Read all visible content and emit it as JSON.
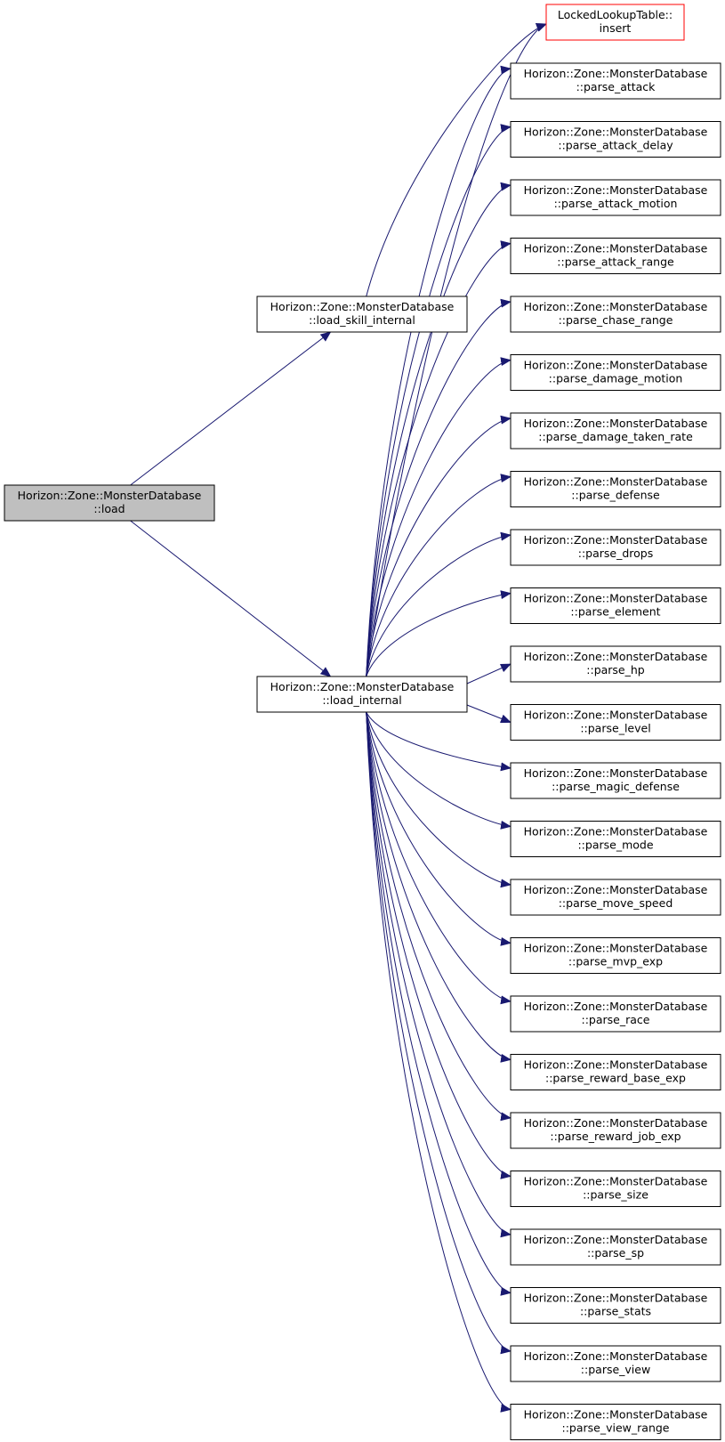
{
  "colors": {
    "edge": "#191970",
    "node_border": "#000000",
    "root_fill": "#bfbfbf",
    "highlight_border": "#ff0000",
    "node_fill": "#ffffff"
  },
  "nodes": {
    "load": [
      "Horizon::Zone::MonsterDatabase",
      "::load"
    ],
    "load_skill_internal": [
      "Horizon::Zone::MonsterDatabase",
      "::load_skill_internal"
    ],
    "load_internal": [
      "Horizon::Zone::MonsterDatabase",
      "::load_internal"
    ],
    "insert": [
      "LockedLookupTable::",
      "insert"
    ],
    "parse_attack": [
      "Horizon::Zone::MonsterDatabase",
      "::parse_attack"
    ],
    "parse_attack_delay": [
      "Horizon::Zone::MonsterDatabase",
      "::parse_attack_delay"
    ],
    "parse_attack_motion": [
      "Horizon::Zone::MonsterDatabase",
      "::parse_attack_motion"
    ],
    "parse_attack_range": [
      "Horizon::Zone::MonsterDatabase",
      "::parse_attack_range"
    ],
    "parse_chase_range": [
      "Horizon::Zone::MonsterDatabase",
      "::parse_chase_range"
    ],
    "parse_damage_motion": [
      "Horizon::Zone::MonsterDatabase",
      "::parse_damage_motion"
    ],
    "parse_damage_taken_rate": [
      "Horizon::Zone::MonsterDatabase",
      "::parse_damage_taken_rate"
    ],
    "parse_defense": [
      "Horizon::Zone::MonsterDatabase",
      "::parse_defense"
    ],
    "parse_drops": [
      "Horizon::Zone::MonsterDatabase",
      "::parse_drops"
    ],
    "parse_element": [
      "Horizon::Zone::MonsterDatabase",
      "::parse_element"
    ],
    "parse_hp": [
      "Horizon::Zone::MonsterDatabase",
      "::parse_hp"
    ],
    "parse_level": [
      "Horizon::Zone::MonsterDatabase",
      "::parse_level"
    ],
    "parse_magic_defense": [
      "Horizon::Zone::MonsterDatabase",
      "::parse_magic_defense"
    ],
    "parse_mode": [
      "Horizon::Zone::MonsterDatabase",
      "::parse_mode"
    ],
    "parse_move_speed": [
      "Horizon::Zone::MonsterDatabase",
      "::parse_move_speed"
    ],
    "parse_mvp_exp": [
      "Horizon::Zone::MonsterDatabase",
      "::parse_mvp_exp"
    ],
    "parse_race": [
      "Horizon::Zone::MonsterDatabase",
      "::parse_race"
    ],
    "parse_reward_base_exp": [
      "Horizon::Zone::MonsterDatabase",
      "::parse_reward_base_exp"
    ],
    "parse_reward_job_exp": [
      "Horizon::Zone::MonsterDatabase",
      "::parse_reward_job_exp"
    ],
    "parse_size": [
      "Horizon::Zone::MonsterDatabase",
      "::parse_size"
    ],
    "parse_sp": [
      "Horizon::Zone::MonsterDatabase",
      "::parse_sp"
    ],
    "parse_stats": [
      "Horizon::Zone::MonsterDatabase",
      "::parse_stats"
    ],
    "parse_view": [
      "Horizon::Zone::MonsterDatabase",
      "::parse_view"
    ],
    "parse_view_range": [
      "Horizon::Zone::MonsterDatabase",
      "::parse_view_range"
    ]
  },
  "edges": [
    [
      "load",
      "load_skill_internal"
    ],
    [
      "load",
      "load_internal"
    ],
    [
      "load_skill_internal",
      "insert"
    ],
    [
      "load_internal",
      "insert"
    ],
    [
      "load_internal",
      "parse_attack"
    ],
    [
      "load_internal",
      "parse_attack_delay"
    ],
    [
      "load_internal",
      "parse_attack_motion"
    ],
    [
      "load_internal",
      "parse_attack_range"
    ],
    [
      "load_internal",
      "parse_chase_range"
    ],
    [
      "load_internal",
      "parse_damage_motion"
    ],
    [
      "load_internal",
      "parse_damage_taken_rate"
    ],
    [
      "load_internal",
      "parse_defense"
    ],
    [
      "load_internal",
      "parse_drops"
    ],
    [
      "load_internal",
      "parse_element"
    ],
    [
      "load_internal",
      "parse_hp"
    ],
    [
      "load_internal",
      "parse_level"
    ],
    [
      "load_internal",
      "parse_magic_defense"
    ],
    [
      "load_internal",
      "parse_mode"
    ],
    [
      "load_internal",
      "parse_move_speed"
    ],
    [
      "load_internal",
      "parse_mvp_exp"
    ],
    [
      "load_internal",
      "parse_race"
    ],
    [
      "load_internal",
      "parse_reward_base_exp"
    ],
    [
      "load_internal",
      "parse_reward_job_exp"
    ],
    [
      "load_internal",
      "parse_size"
    ],
    [
      "load_internal",
      "parse_sp"
    ],
    [
      "load_internal",
      "parse_stats"
    ],
    [
      "load_internal",
      "parse_view"
    ],
    [
      "load_internal",
      "parse_view_range"
    ]
  ]
}
